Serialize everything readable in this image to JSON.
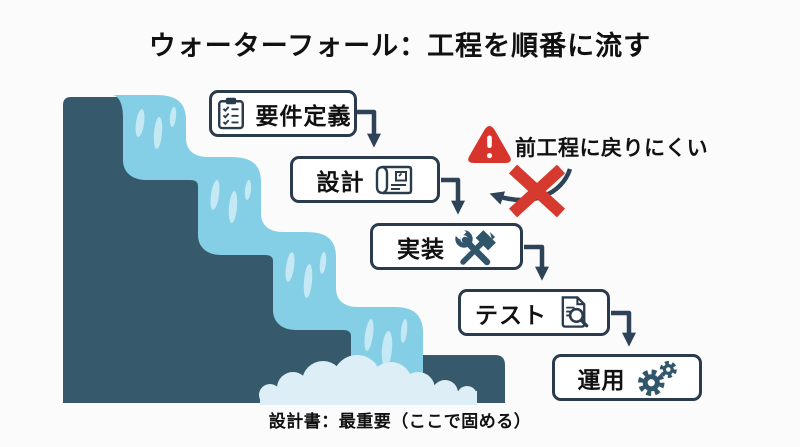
{
  "title": "ウォーターフォール：工程を順番に流す",
  "caption": "設計書：最重要（ここで固める）",
  "warning": {
    "label": "前工程に戻りにくい",
    "icon": "warning-triangle-icon",
    "blocked_icon": "red-x-icon"
  },
  "steps": [
    {
      "label": "要件定義",
      "icon": "clipboard-checklist-icon"
    },
    {
      "label": "設計",
      "icon": "blueprint-icon"
    },
    {
      "label": "実装",
      "icon": "hammer-wrench-icon"
    },
    {
      "label": "テスト",
      "icon": "document-magnifier-icon"
    },
    {
      "label": "運用",
      "icon": "gears-icon"
    }
  ],
  "flow": "要件定義 → 設計 → 実装 → テスト → 運用",
  "colors": {
    "background": "#fbfbfb",
    "stair_dark_teal": "#365a6c",
    "water_blue": "#85cfe6",
    "water_streak": "#c5e9f4",
    "foam": "#ddeef6",
    "box_border": "#2a3b4d",
    "arrow": "#2e4357",
    "warning_red": "#d7352b",
    "text": "#111111"
  }
}
